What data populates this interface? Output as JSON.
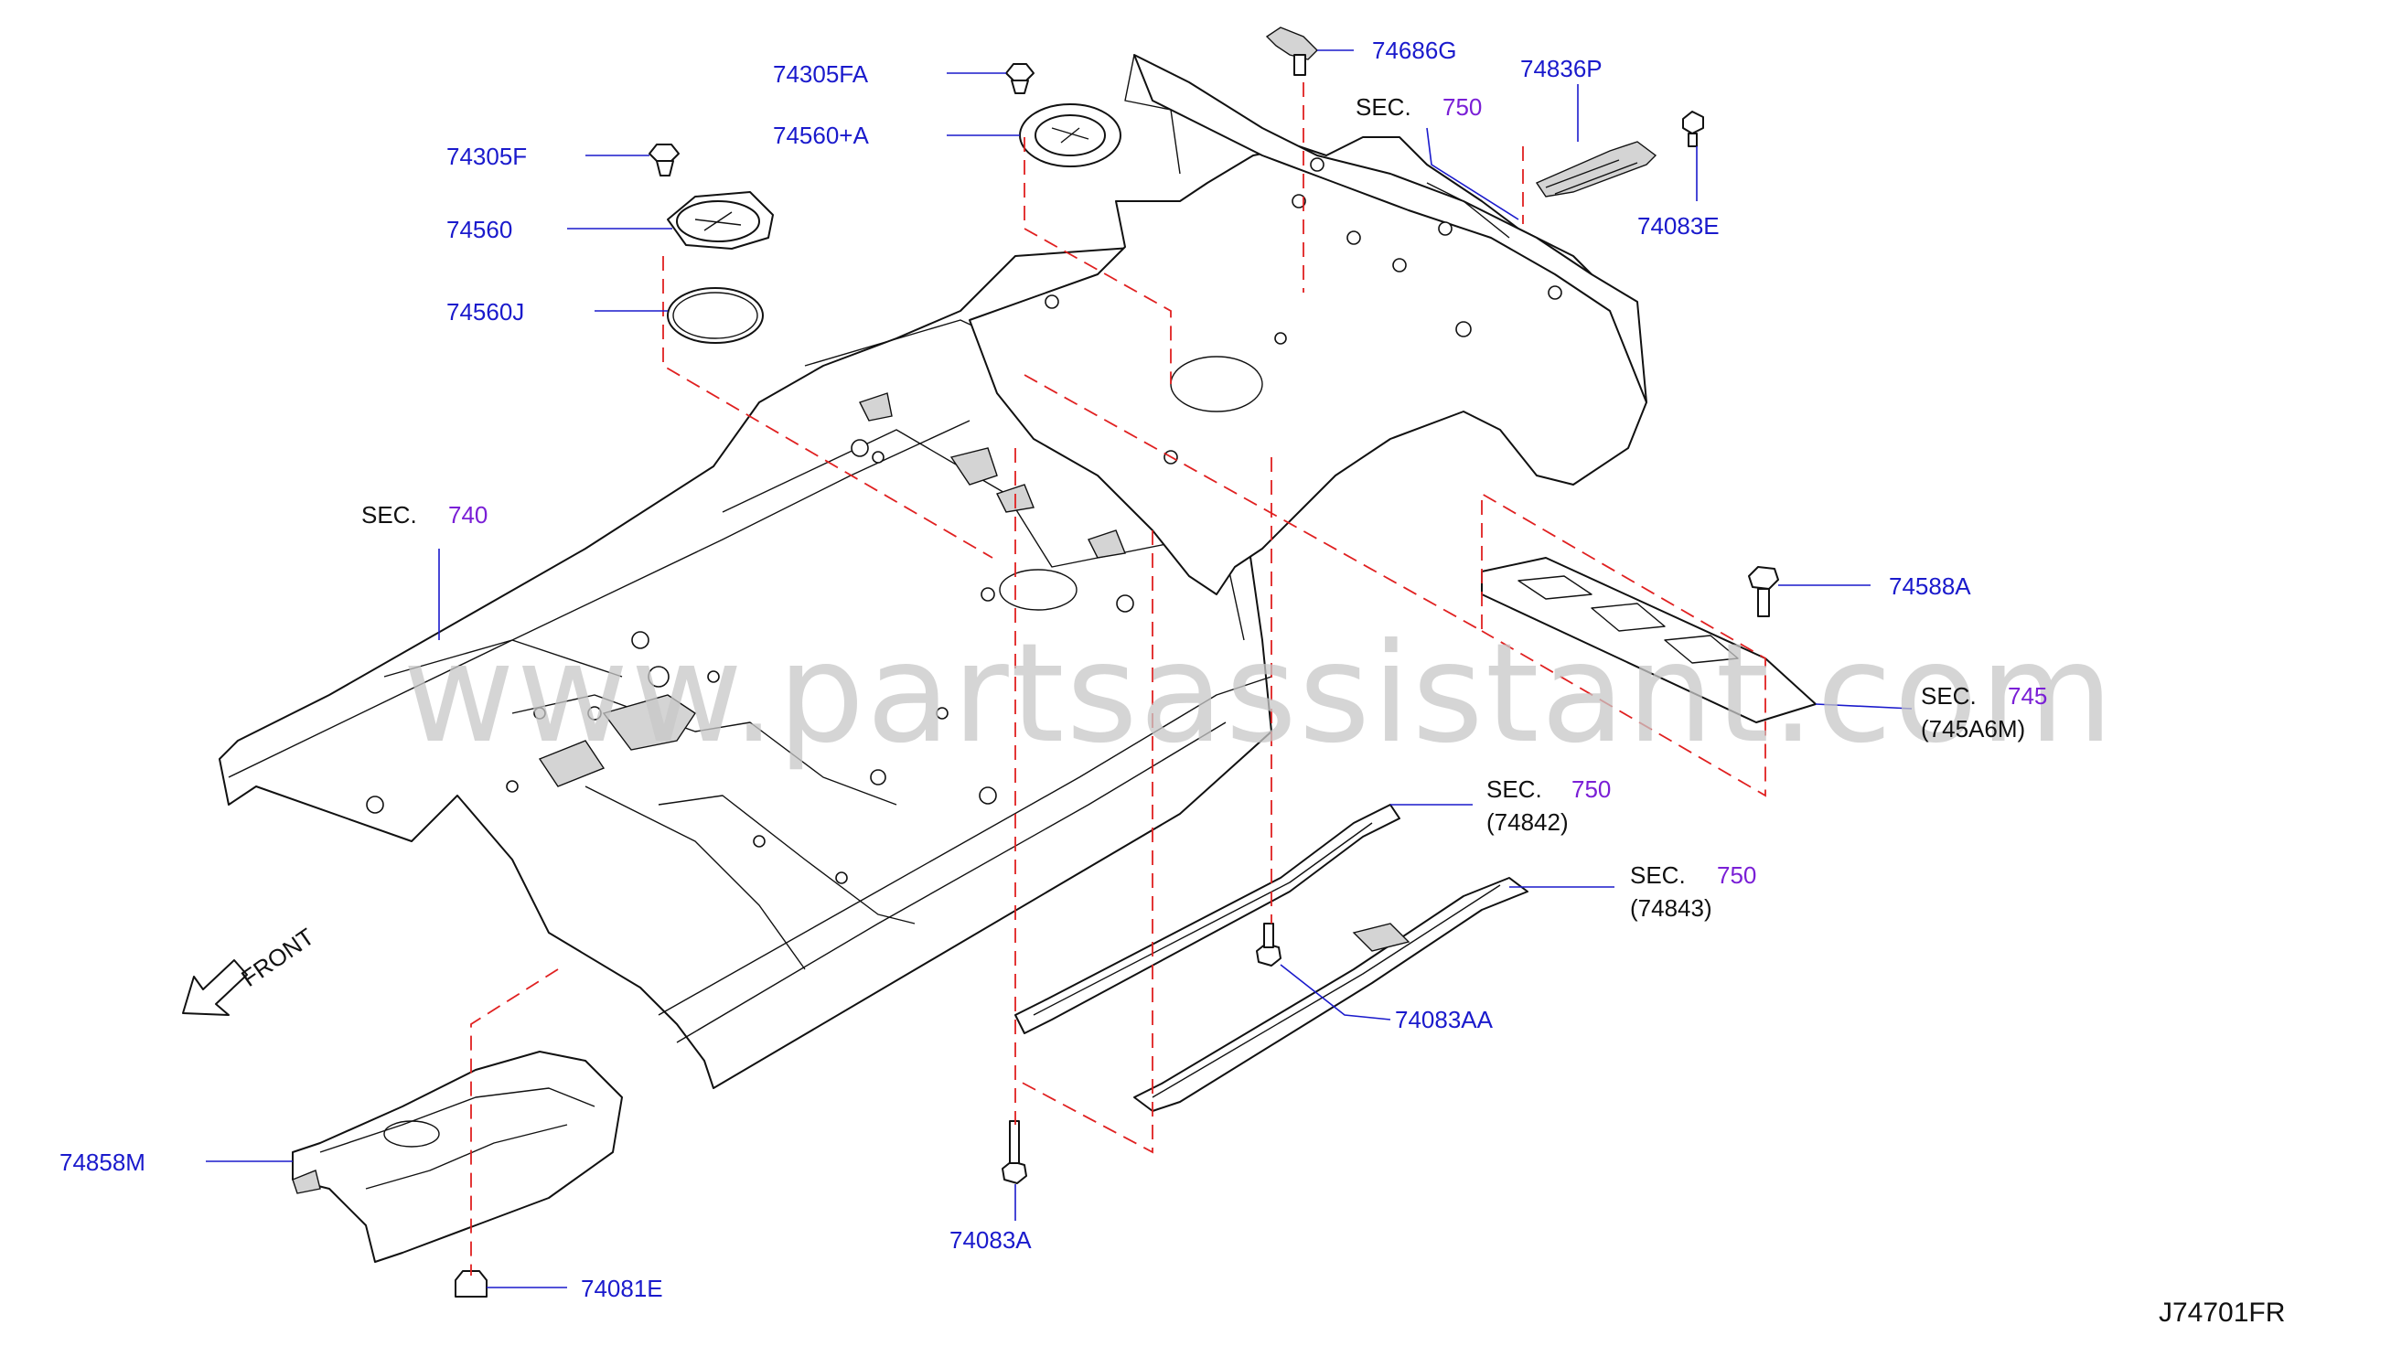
{
  "watermark": "www.partsassistant.com",
  "diagram_code": "J74701FR",
  "front_label": "FRONT",
  "sec_prefix": "SEC.",
  "parts": {
    "p74686G": "74686G",
    "p74836P": "74836P",
    "p74305FA": "74305FA",
    "p74560A": "74560+A",
    "p74305F": "74305F",
    "p74560": "74560",
    "p74560J": "74560J",
    "p74083E": "74083E",
    "p74588A": "74588A",
    "p74083AA": "74083AA",
    "p74083A": "74083A",
    "p74858M": "74858M",
    "p74081E": "74081E"
  },
  "sections": {
    "s750_top": {
      "num": "750"
    },
    "s740": {
      "num": "740"
    },
    "s745": {
      "num": "745",
      "sub": "(745A6M)"
    },
    "s750_mid": {
      "num": "750",
      "sub": "(74842)"
    },
    "s750_low": {
      "num": "750",
      "sub": "(74843)"
    }
  },
  "colors": {
    "part_label": "#1a1acc",
    "section_number": "#7a1fd6",
    "dashed_guide": "#e02020",
    "watermark": "#c8c8c8"
  }
}
